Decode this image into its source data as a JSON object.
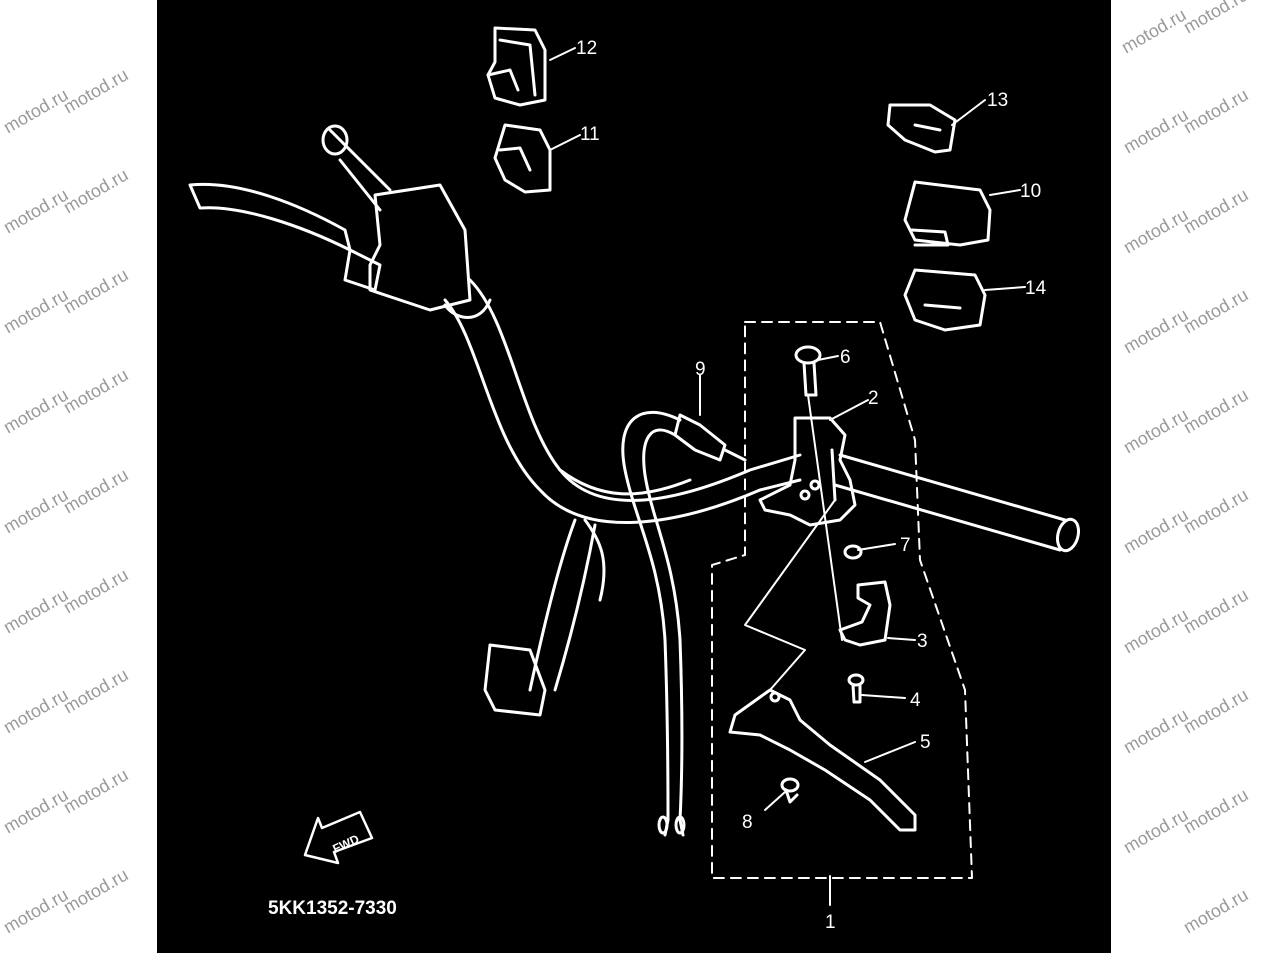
{
  "diagram": {
    "part_code": "5KK1352-7330",
    "direction_label": "FWD",
    "watermark": "motod.ru",
    "colors": {
      "background": "#000000",
      "lines": "#ffffff",
      "margin": "#ffffff",
      "watermark": "#9a9a9a"
    },
    "callouts": [
      {
        "id": "c1",
        "label": "1"
      },
      {
        "id": "c2",
        "label": "2"
      },
      {
        "id": "c3",
        "label": "3"
      },
      {
        "id": "c4",
        "label": "4"
      },
      {
        "id": "c5",
        "label": "5"
      },
      {
        "id": "c6",
        "label": "6"
      },
      {
        "id": "c7",
        "label": "7"
      },
      {
        "id": "c8",
        "label": "8"
      },
      {
        "id": "c9",
        "label": "9"
      },
      {
        "id": "c10",
        "label": "10"
      },
      {
        "id": "c11",
        "label": "11"
      },
      {
        "id": "c12",
        "label": "12"
      },
      {
        "id": "c13",
        "label": "13"
      },
      {
        "id": "c14",
        "label": "14"
      }
    ]
  }
}
